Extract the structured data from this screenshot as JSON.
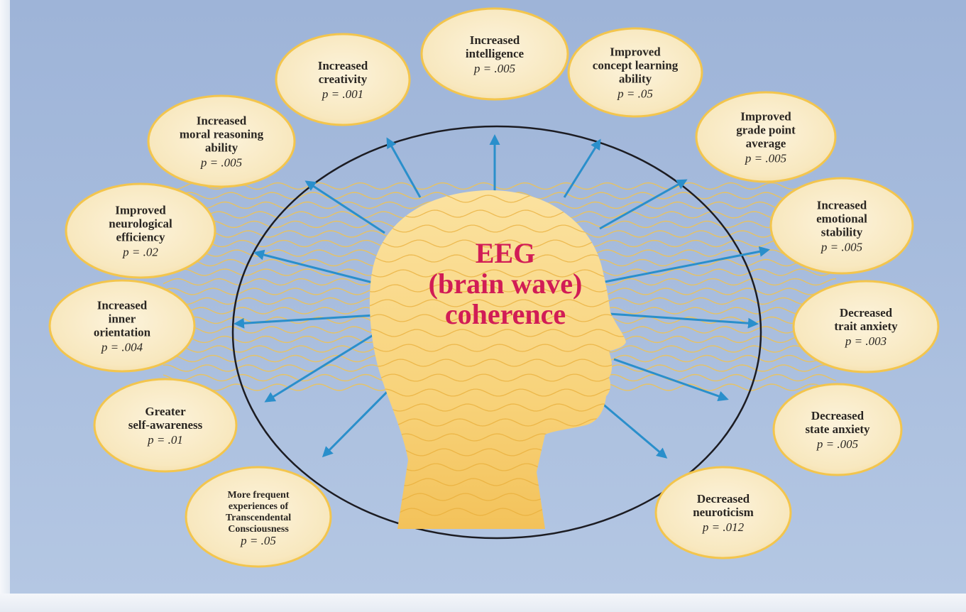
{
  "center": {
    "lines": [
      "EEG",
      "(brain wave)",
      "coherence"
    ]
  },
  "colors": {
    "center_text": "#d11c56",
    "arrow": "#2a8fcb",
    "bubble_fill": "#f9ecc9",
    "bubble_stroke": "#f3c54d",
    "wave": "#f2c34e",
    "head": "#f7cf72",
    "ellipse": "#1c1c22"
  },
  "outcomes": [
    {
      "id": "intelligence",
      "lines": [
        "Increased",
        "intelligence"
      ],
      "p": "p = .005"
    },
    {
      "id": "concept-learning",
      "lines": [
        "Improved",
        "concept learning",
        "ability"
      ],
      "p": "p = .05"
    },
    {
      "id": "grade-point",
      "lines": [
        "Improved",
        "grade point",
        "average"
      ],
      "p": "p = .005"
    },
    {
      "id": "emotional-stability",
      "lines": [
        "Increased",
        "emotional",
        "stability"
      ],
      "p": "p = .005"
    },
    {
      "id": "trait-anxiety",
      "lines": [
        "Decreased",
        "trait anxiety"
      ],
      "p": "p = .003"
    },
    {
      "id": "state-anxiety",
      "lines": [
        "Decreased",
        "state anxiety"
      ],
      "p": "p = .005"
    },
    {
      "id": "neuroticism",
      "lines": [
        "Decreased",
        "neuroticism"
      ],
      "p": "p = .012"
    },
    {
      "id": "transcendental",
      "lines": [
        "More frequent",
        "experiences of",
        "Transcendental",
        "Consciousness"
      ],
      "p": "p = .05"
    },
    {
      "id": "self-awareness",
      "lines": [
        "Greater",
        "self-awareness"
      ],
      "p": "p = .01"
    },
    {
      "id": "inner-orientation",
      "lines": [
        "Increased",
        "inner",
        "orientation"
      ],
      "p": "p = .004"
    },
    {
      "id": "neurological-efficiency",
      "lines": [
        "Improved",
        "neurological",
        "efficiency"
      ],
      "p": "p = .02"
    },
    {
      "id": "moral-reasoning",
      "lines": [
        "Increased",
        "moral reasoning",
        "ability"
      ],
      "p": "p = .005"
    },
    {
      "id": "creativity",
      "lines": [
        "Increased",
        "creativity"
      ],
      "p": "p = .001"
    }
  ]
}
